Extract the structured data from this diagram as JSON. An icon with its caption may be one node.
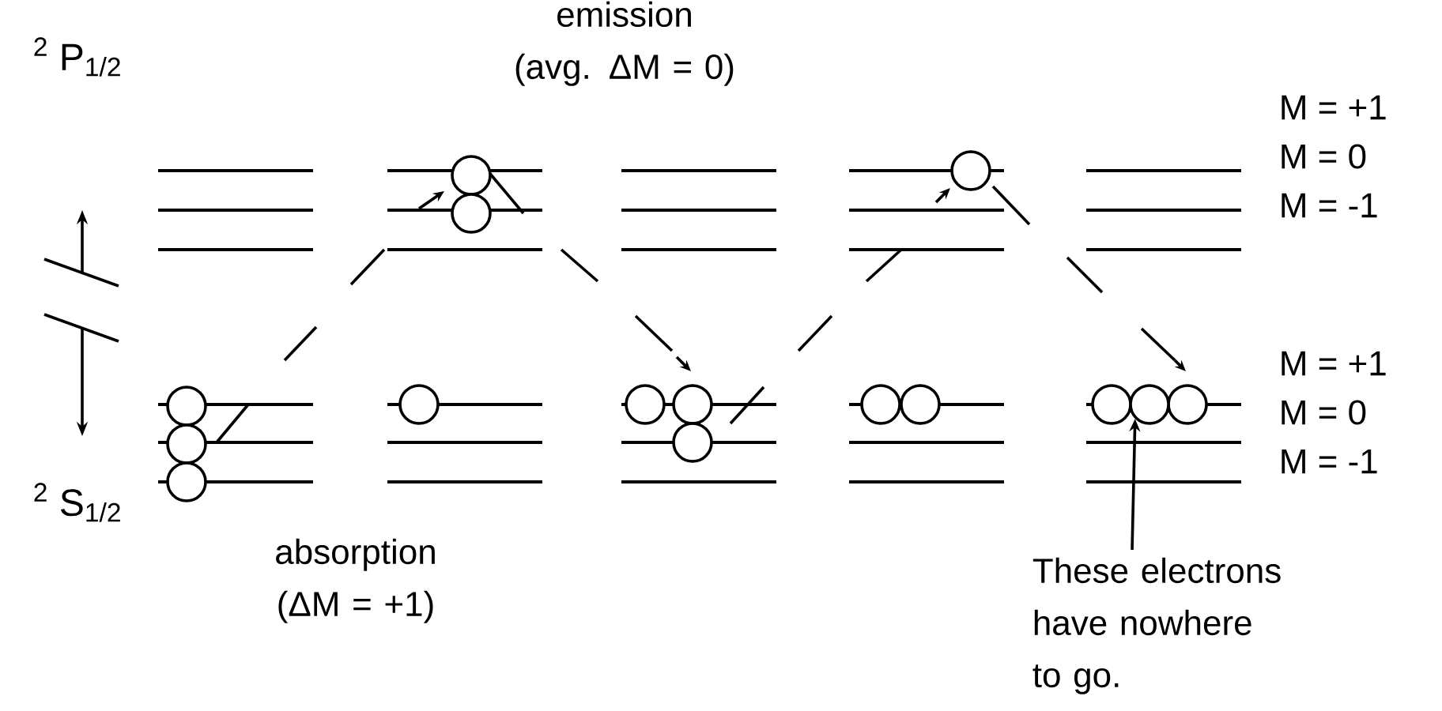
{
  "diagram": {
    "nodes": [
      {
        "text": [
          "These electrons have nowhere to go."
        ]
      },
      {
        "text": [],
        "shape": "circle"
      }
    ],
    "edges": [
      {
        "from": 0,
        "to": 1,
        "arrow": "to"
      }
    ],
    "labels": [
      "emission (avg. ΔM = 0)",
      "$^{2}$ P$_{1/2}$",
      "M = +1",
      "M = 0",
      "M = -1",
      "M = +1",
      "M = 0",
      "M = -1",
      "$^{2}$ S$_{1/2}$",
      "absorption (ΔM = +1)"
    ]
  }
}
